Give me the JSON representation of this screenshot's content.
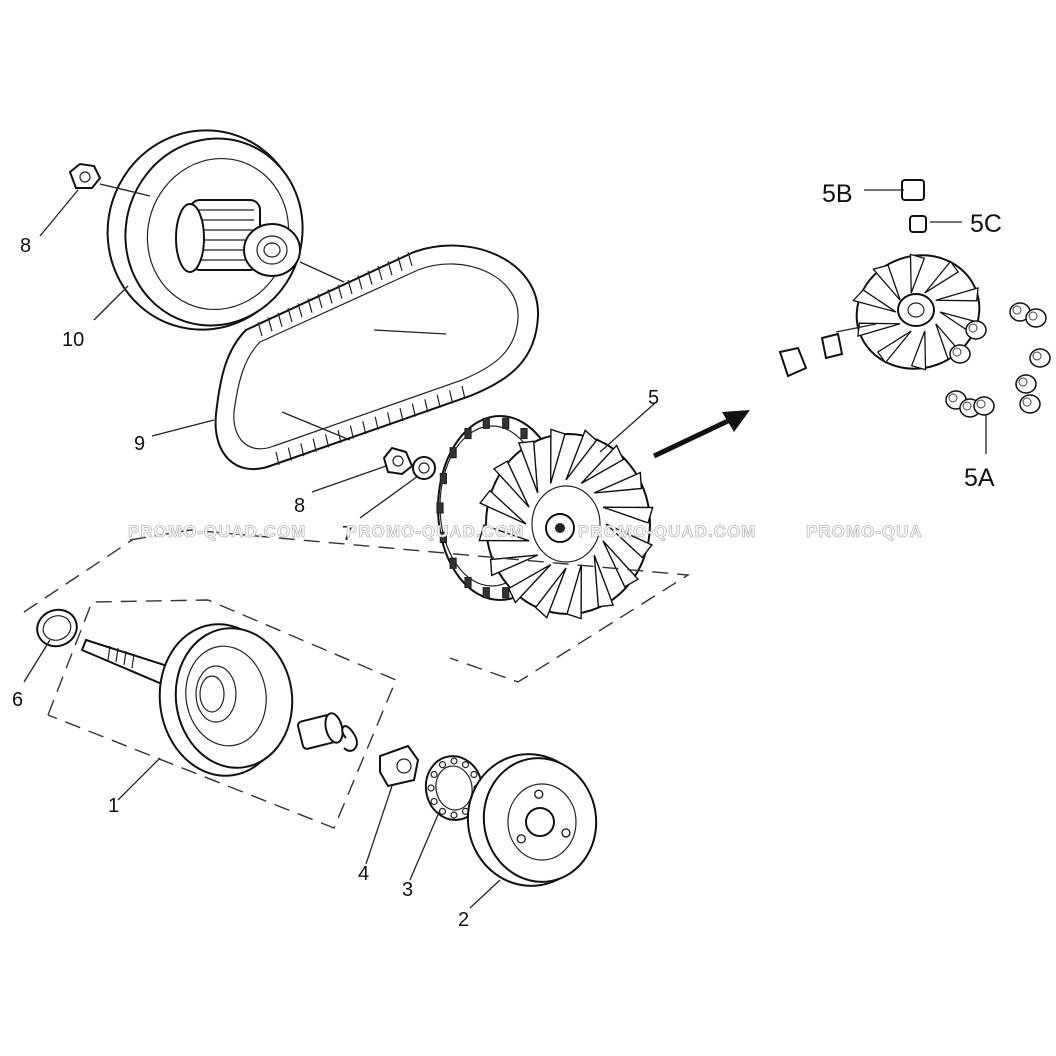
{
  "watermark": "PROMO-QUAD.COM",
  "watermark_partial": "PROMO-QUA",
  "labels": {
    "p1": "1",
    "p2": "2",
    "p3": "3",
    "p4": "4",
    "p5": "5",
    "p5a": "5A",
    "p5b": "5B",
    "p5c": "5C",
    "p6": "6",
    "p7": "7",
    "p8_top": "8",
    "p8_mid": "8",
    "p9": "9",
    "p10": "10"
  }
}
